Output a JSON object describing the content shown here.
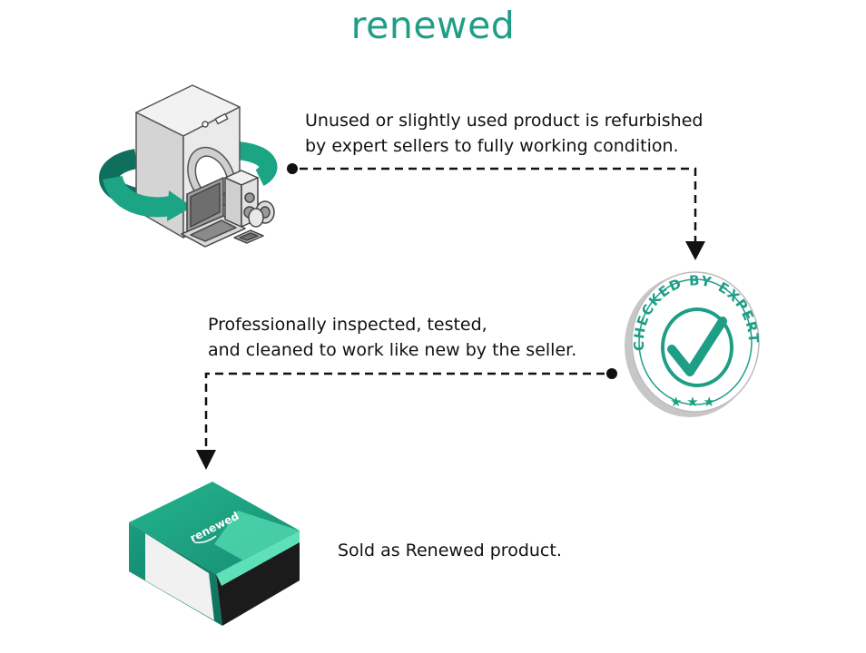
{
  "header": {
    "title": "renewed"
  },
  "steps": [
    {
      "line1": "Unused or slightly used product is refurbished",
      "line2": "by expert sellers to fully working condition."
    },
    {
      "line1": "Professionally inspected, tested,",
      "line2": "and cleaned to work like new by the seller."
    },
    {
      "line1": "Sold as Renewed product."
    }
  ],
  "badge": {
    "ring_text": "CHECKED BY EXPERTS",
    "stars": "★ ★ ★"
  },
  "box": {
    "label": "renewed"
  },
  "colors": {
    "brand": "#1f9e86",
    "dark_green": "#10725f",
    "light_green": "#5ee0b8",
    "line": "#111111"
  }
}
